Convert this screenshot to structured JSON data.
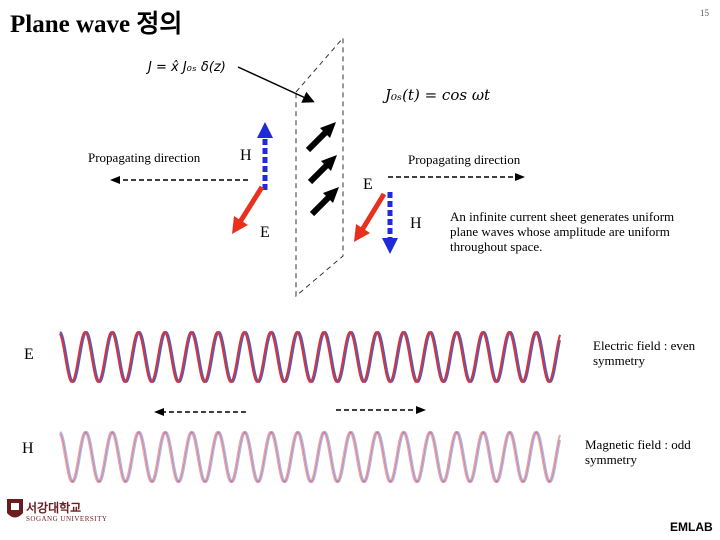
{
  "title": "Plane wave 정의",
  "page_number": "15",
  "equations": {
    "current_sheet": "J = x̂ J₀ₛ δ(z)",
    "time_dependence": "J₀ₛ(t) = cos ωt"
  },
  "left_side": {
    "propagation_label": "Propagating direction",
    "h_label": "H",
    "e_label": "E"
  },
  "right_side": {
    "propagation_label": "Propagating direction",
    "e_label": "E",
    "h_label": "H"
  },
  "description": "An infinite current sheet generates uniform plane waves whose amplitude are uniform throughout space.",
  "wave_labels": {
    "electric_row": "E",
    "magnetic_row": "H"
  },
  "wave_notes": {
    "electric": "Electric field : even symmetry",
    "magnetic": "Magnetic field : odd symmetry"
  },
  "footer": {
    "lab": "EMLAB",
    "university_name": "서강대학교",
    "university_sub": "SOGANG UNIVERSITY"
  },
  "colors": {
    "h_arrow": "#1f2bd6",
    "e_arrow": "#e8301c",
    "wave_red": "#d9343a",
    "wave_blue": "#4a5fc4",
    "logo": "#6b1c20"
  }
}
